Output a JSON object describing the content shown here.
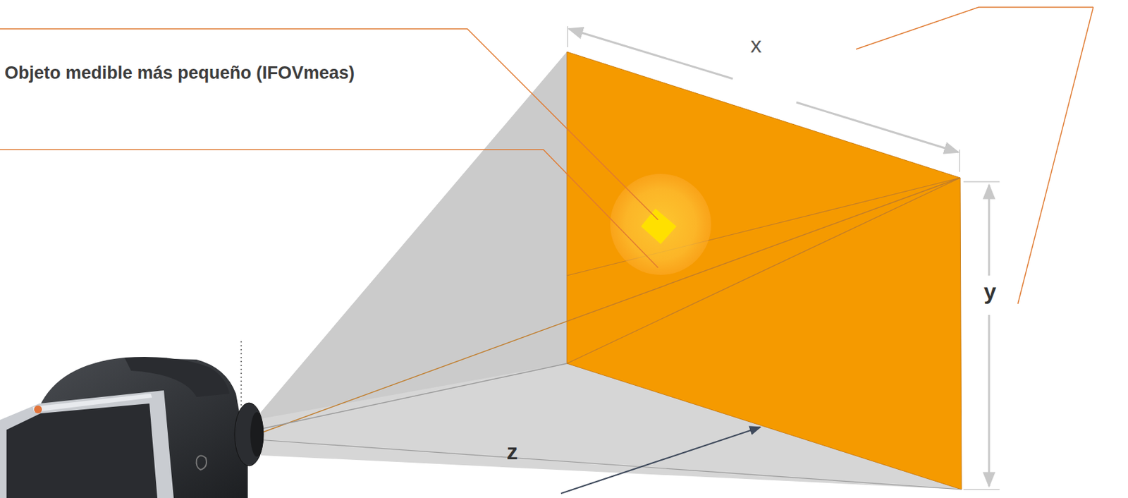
{
  "diagram": {
    "labels": [
      "Objeto medible más pequeño (IFOVmeas)",
      "x",
      "y",
      "z"
    ]
  }
}
